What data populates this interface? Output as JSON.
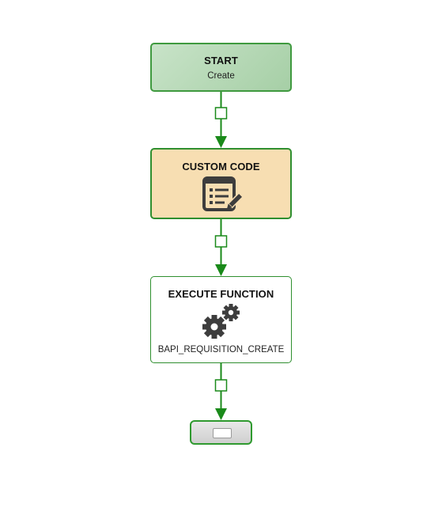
{
  "nodes": {
    "start": {
      "title": "START",
      "subtitle": "Create"
    },
    "custom_code": {
      "title": "CUSTOM CODE",
      "icon": "checklist-edit-icon"
    },
    "execute_function": {
      "title": "EXECUTE FUNCTION",
      "icon": "gears-icon",
      "function_name": "BAPI_REQUISITION_CREATE"
    },
    "end": {
      "icon": "end-marker"
    }
  },
  "colors": {
    "connector": "#1a8a1a",
    "node_border": "#2f8f2f",
    "start_fill": "#b5d8b5",
    "custom_fill": "#f7deb2",
    "exec_fill": "#ffffff",
    "icon": "#3d3d3d"
  }
}
